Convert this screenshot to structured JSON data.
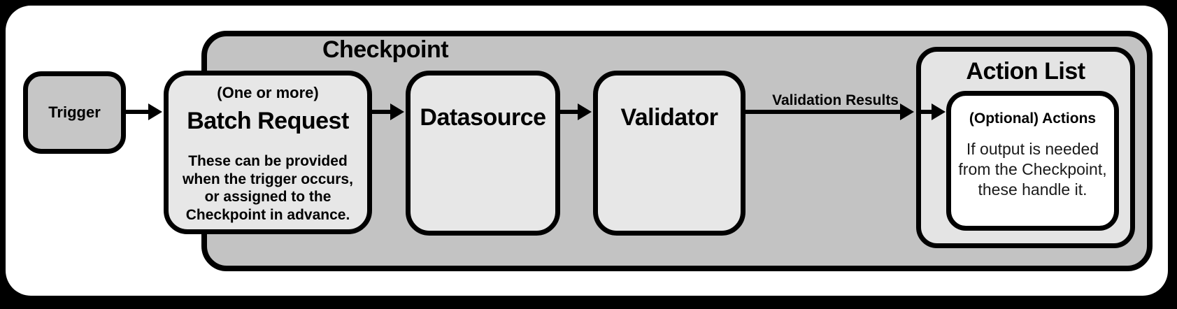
{
  "trigger": {
    "label": "Trigger"
  },
  "checkpoint": {
    "title": "Checkpoint"
  },
  "batch_request": {
    "subtitle": "(One or more)",
    "title": "Batch Request",
    "description_lines": [
      "These can be provided",
      "when the trigger occurs,",
      "or assigned to the",
      "Checkpoint in advance."
    ]
  },
  "datasource": {
    "title": "Datasource"
  },
  "validator": {
    "title": "Validator"
  },
  "connectors": {
    "validation_results_label": "Validation Results"
  },
  "action_list": {
    "title": "Action List",
    "optional_actions": {
      "title": "(Optional) Actions",
      "description_lines": [
        "If output is needed",
        "from the Checkpoint,",
        "these handle it."
      ]
    }
  },
  "colors": {
    "page_background": "#000000",
    "canvas_background": "#ffffff",
    "checkpoint_fill": "#c3c3c3",
    "trigger_fill": "#c6c6c6",
    "node_fill": "#e7e7e7",
    "action_list_fill": "#e4e4e4",
    "optional_actions_fill": "#ffffff",
    "border": "#000000",
    "text": "#000000"
  }
}
